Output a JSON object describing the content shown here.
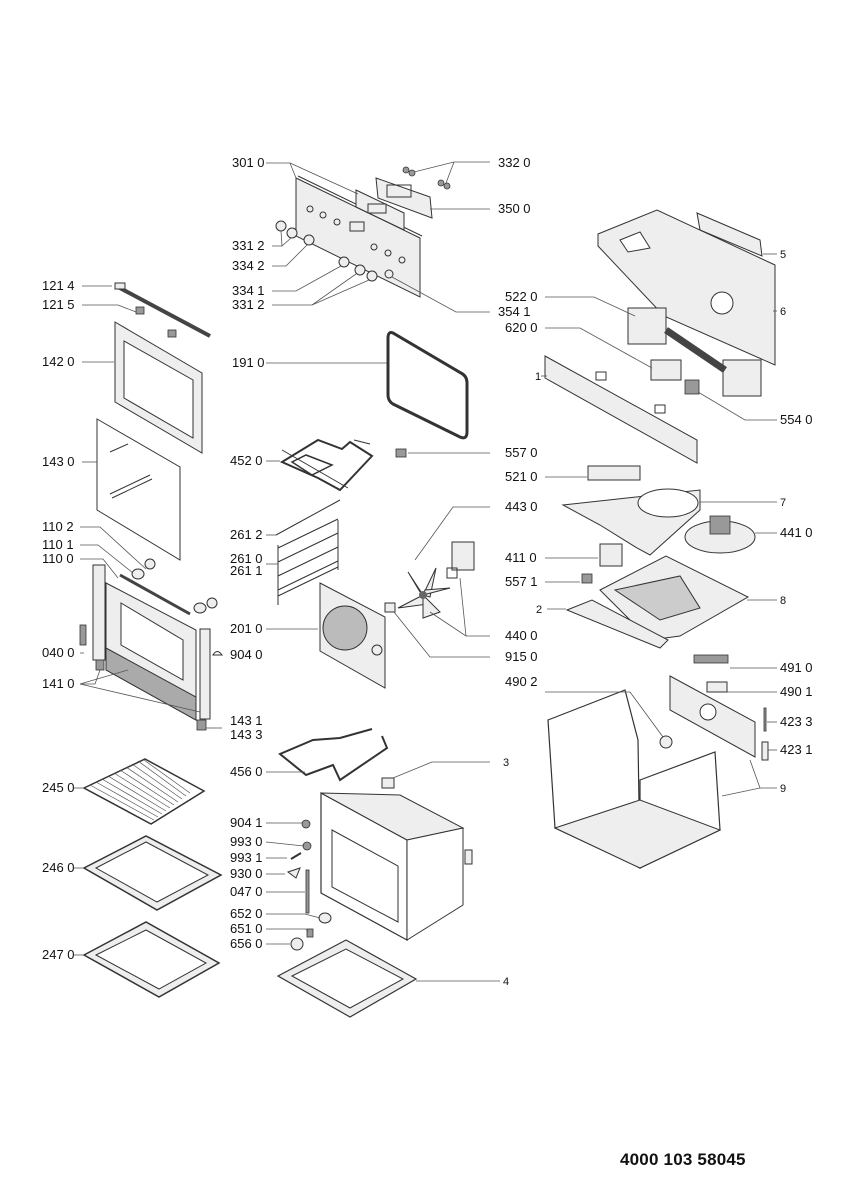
{
  "document_number": "4000 103 58045",
  "labels": {
    "l3010": "301 0",
    "l3320": "332 0",
    "l3500": "350 0",
    "l3312a": "331 2",
    "l3342": "334 2",
    "l3341": "334 1",
    "l3312b": "331 2",
    "l5220": "522 0",
    "l3541": "354 1",
    "l6200": "620 0",
    "l1214": "121 4",
    "l1215": "121 5",
    "l1420": "142 0",
    "l1430": "143 0",
    "l1910": "191 0",
    "l4520": "452 0",
    "l5570": "557 0",
    "l5210": "521 0",
    "l4430": "443 0",
    "l1102": "110 2",
    "l1101": "110 1",
    "l1100": "110 0",
    "l0400": "040 0",
    "l1410": "141 0",
    "l2612": "261 2",
    "l2610": "261 0",
    "l2611": "261 1",
    "l2010": "201 0",
    "l9040": "904 0",
    "l1431": "143 1",
    "l1433": "143 3",
    "l4110": "411 0",
    "l5571": "557 1",
    "l4400": "440 0",
    "l9150": "915 0",
    "l4902": "490 2",
    "l4410": "441 0",
    "l4910": "491 0",
    "l4901": "490 1",
    "l4233": "423 3",
    "l4231": "423 1",
    "l5540": "554 0",
    "l2450": "245 0",
    "l2460": "246 0",
    "l2470": "247 0",
    "l4560": "456 0",
    "l9041": "904 1",
    "l9930": "993 0",
    "l9931": "993 1",
    "l9300": "930 0",
    "l0470": "047 0",
    "l6520": "652 0",
    "l6510": "651 0",
    "l6560": "656 0",
    "g1": "1",
    "g2": "2",
    "g3": "3",
    "g4": "4",
    "g5": "5",
    "g6": "6",
    "g7": "7",
    "g8": "8",
    "g9": "9"
  }
}
